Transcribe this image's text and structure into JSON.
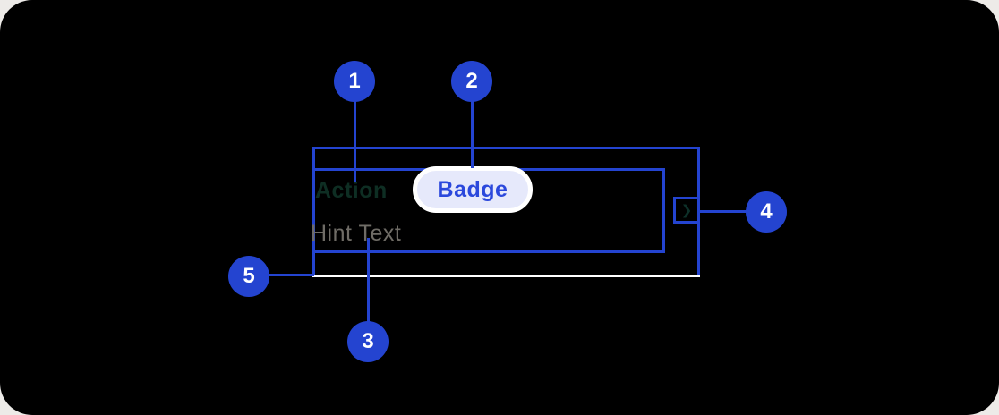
{
  "page": {
    "background": "#EDEBE8",
    "card_background": "#000000"
  },
  "colors": {
    "accent_blue": "#2444D0",
    "badge_text_blue": "#2B48DC",
    "badge_background": "#E6E9FB",
    "badge_border": "#FFFFFF",
    "action_text_green": "#0E2E23",
    "hint_text_gray": "#6F6C66",
    "chevron_green": "#0D3029",
    "divider_white": "#FFFFFF"
  },
  "component": {
    "action_label": "Action",
    "badge_label": "Badge",
    "hint_label": "Hint Text",
    "chevron_glyph": "❯"
  },
  "callouts": [
    {
      "number": "1",
      "refers_to": "action-label"
    },
    {
      "number": "2",
      "refers_to": "badge"
    },
    {
      "number": "3",
      "refers_to": "hint-text-label"
    },
    {
      "number": "4",
      "refers_to": "chevron-button"
    },
    {
      "number": "5",
      "refers_to": "divider-line"
    }
  ]
}
